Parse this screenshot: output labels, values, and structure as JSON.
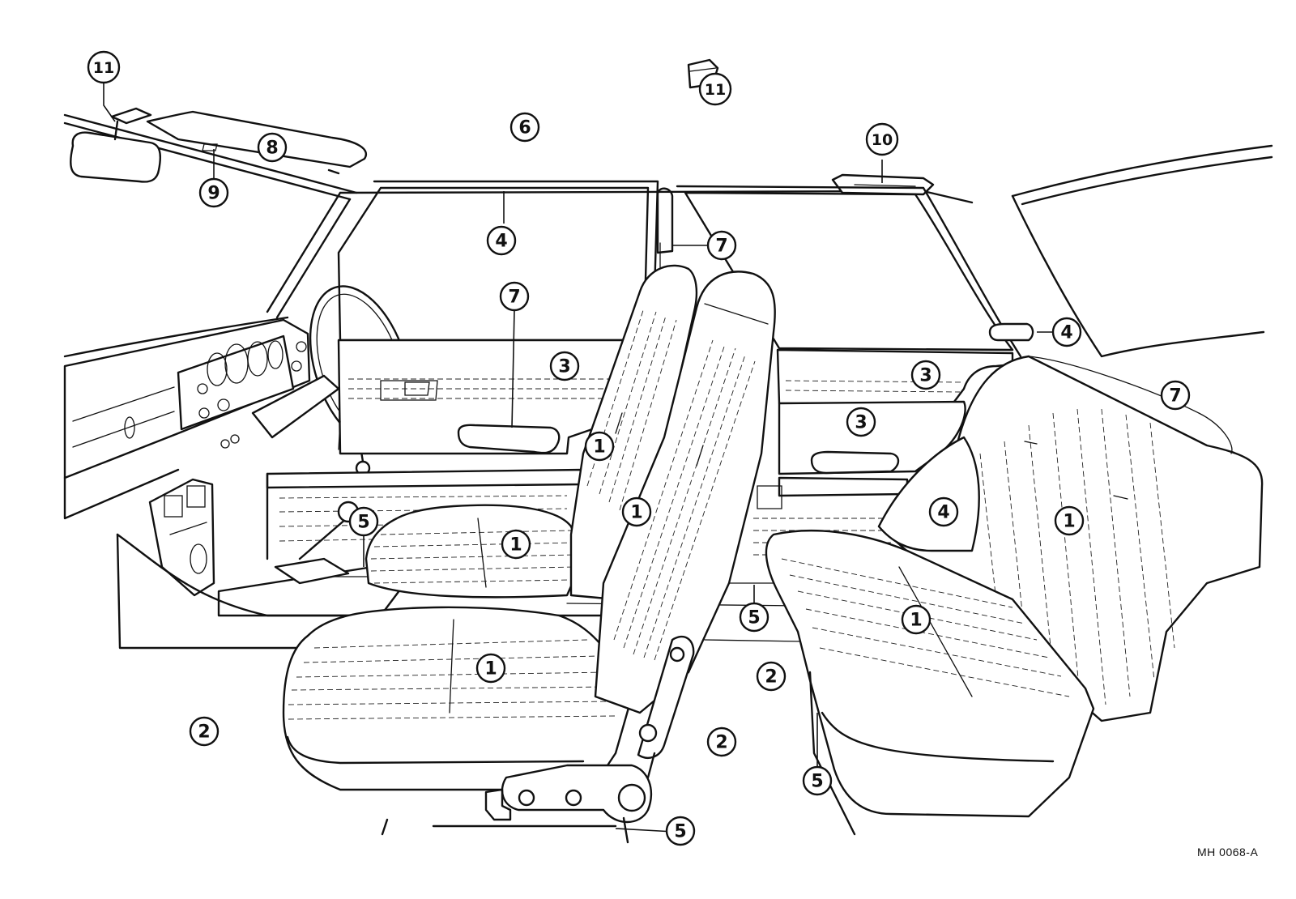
{
  "drawing_code": "MH 0068-A",
  "callouts": {
    "c1": "1",
    "c2": "1",
    "c3": "1",
    "c4": "1",
    "c5": "1",
    "c6": "1",
    "c7": "1",
    "c8": "2",
    "c9": "2",
    "c10": "2",
    "c11": "3",
    "c12": "3",
    "c13": "3",
    "c14": "4",
    "c15": "4",
    "c16": "4",
    "c17": "5",
    "c18": "5",
    "c19": "5",
    "c20": "5",
    "c21": "6",
    "c22": "7",
    "c23": "7",
    "c24": "7",
    "c25": "8",
    "c26": "9",
    "c27": "10",
    "c28": "11",
    "c29": "11"
  }
}
